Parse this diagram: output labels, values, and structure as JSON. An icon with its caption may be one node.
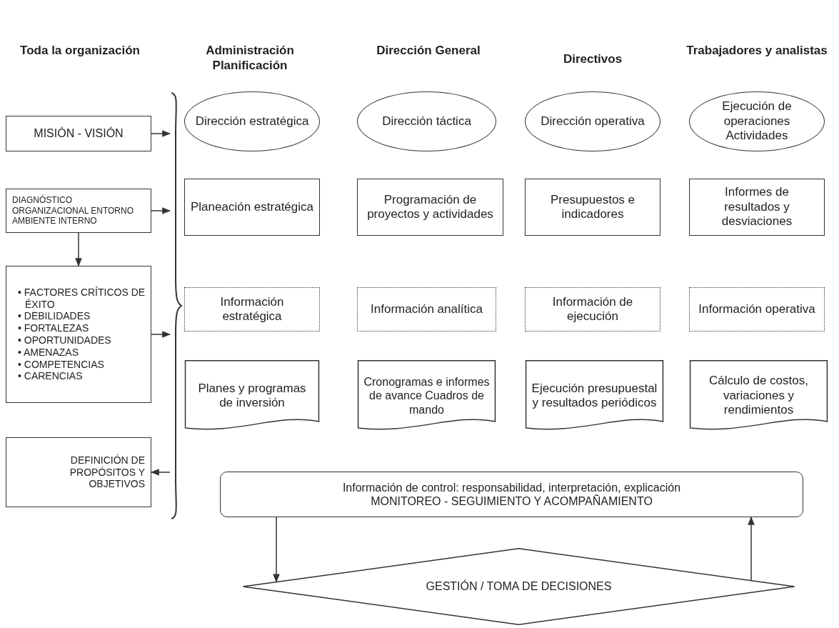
{
  "diagram": {
    "nodes": [
      {
        "text": [
          "MISIÓN - VISIÓN"
        ]
      },
      {
        "text": [
          "DIAGNÓSTICO ORGANIZACIONAL ENTORNO AMBIENTE INTERNO"
        ]
      },
      {
        "text": [
          "• FACTORES CRÍTICOS DE ÉXITO",
          "• DEBILIDADES",
          "• FORTALEZAS",
          "• OPORTUNIDADES",
          "• AMENAZAS",
          "• COMPETENCIAS",
          "• CARENCIAS"
        ]
      },
      {
        "text": [
          "DEFINICIÓN DE PROPÓSITOS Y OBJETIVOS"
        ]
      },
      {
        "text": [],
        "shape": "brace"
      },
      {
        "text": [
          "Dirección estratégica"
        ]
      },
      {
        "text": [
          "Dirección táctica"
        ]
      },
      {
        "text": [
          "Dirección operativa"
        ]
      },
      {
        "text": [
          "Ejecución de operaciones Actividades"
        ]
      },
      {
        "text": [
          "Planeación estratégica"
        ]
      },
      {
        "text": [
          "Programación de proyectos y actividades"
        ]
      },
      {
        "text": [
          "Presupuestos e indicadores"
        ]
      },
      {
        "text": [
          "Informes de resultados y desviaciones"
        ]
      },
      {
        "text": [
          "Información estratégica"
        ]
      },
      {
        "text": [
          "Información analítica"
        ]
      },
      {
        "text": [
          "Información de ejecución"
        ]
      },
      {
        "text": [
          "Información operativa"
        ]
      },
      {
        "text": [
          "Planes y programas de inversión"
        ]
      },
      {
        "text": [
          "Cronogramas e informes de avance Cuadros de mando"
        ]
      },
      {
        "text": [
          "Ejecución presupuestal y resultados periódicos"
        ]
      },
      {
        "text": [
          "Cálculo de costos, variaciones y rendimientos"
        ]
      },
      {
        "text": [
          "Información de control: responsabilidad, interpretación, explicación",
          "MONITOREO - SEGUIMIENTO Y ACOMPAÑAMIENTO"
        ]
      },
      {
        "text": [
          "GESTIÓN / TOMA DE DECISIONES"
        ]
      }
    ],
    "edges": [
      {
        "from": 0,
        "to": 4,
        "arrow": "to"
      },
      {
        "from": 1,
        "to": 4,
        "arrow": "to"
      },
      {
        "from": 1,
        "to": 2,
        "arrow": "to"
      },
      {
        "from": 2,
        "to": 4,
        "arrow": "to"
      },
      {
        "from": 4,
        "to": 3,
        "arrow": "to"
      },
      {
        "from": 21,
        "to": 22,
        "arrow": "to"
      },
      {
        "from": 22,
        "to": 21,
        "arrow": "to"
      }
    ],
    "labels": [
      "Toda la organización",
      "Administración Planificación",
      "Dirección General",
      "Directivos",
      "Trabajadores y analistas"
    ]
  }
}
